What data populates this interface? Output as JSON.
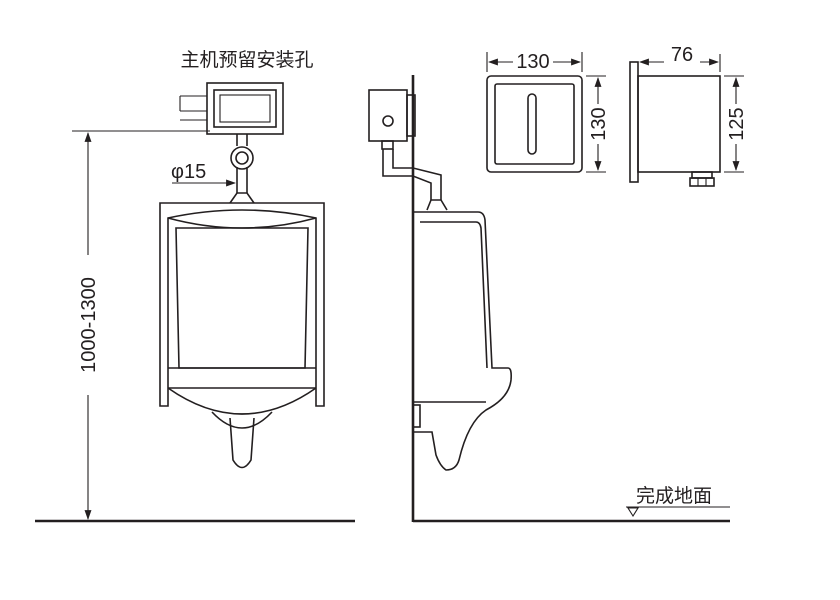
{
  "labels": {
    "host_hole": "主机预留安装孔",
    "pipe_diameter": "φ15",
    "height_range": "1000-1300",
    "floor": "完成地面"
  },
  "dimensions": {
    "front_width": "130",
    "front_height": "130",
    "side_depth": "76",
    "side_height": "125"
  }
}
